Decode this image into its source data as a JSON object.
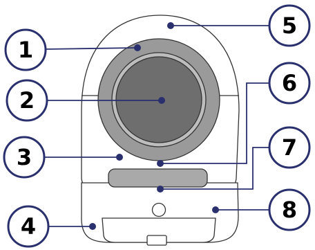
{
  "callouts": [
    {
      "number": "1",
      "part": "ring"
    },
    {
      "number": "2",
      "part": "lens"
    },
    {
      "number": "3",
      "part": "body"
    },
    {
      "number": "4",
      "part": "bottom-edge"
    },
    {
      "number": "5",
      "part": "top-dome"
    },
    {
      "number": "6",
      "part": "front-face"
    },
    {
      "number": "7",
      "part": "front-window"
    },
    {
      "number": "8",
      "part": "base-side"
    }
  ],
  "colors": {
    "callout_stroke": "#2a2f6e",
    "ring_gray": "#9a9a9a",
    "lens_gray": "#6e6e6e",
    "window_gray": "#a9a9a9",
    "outline": "#333333"
  }
}
